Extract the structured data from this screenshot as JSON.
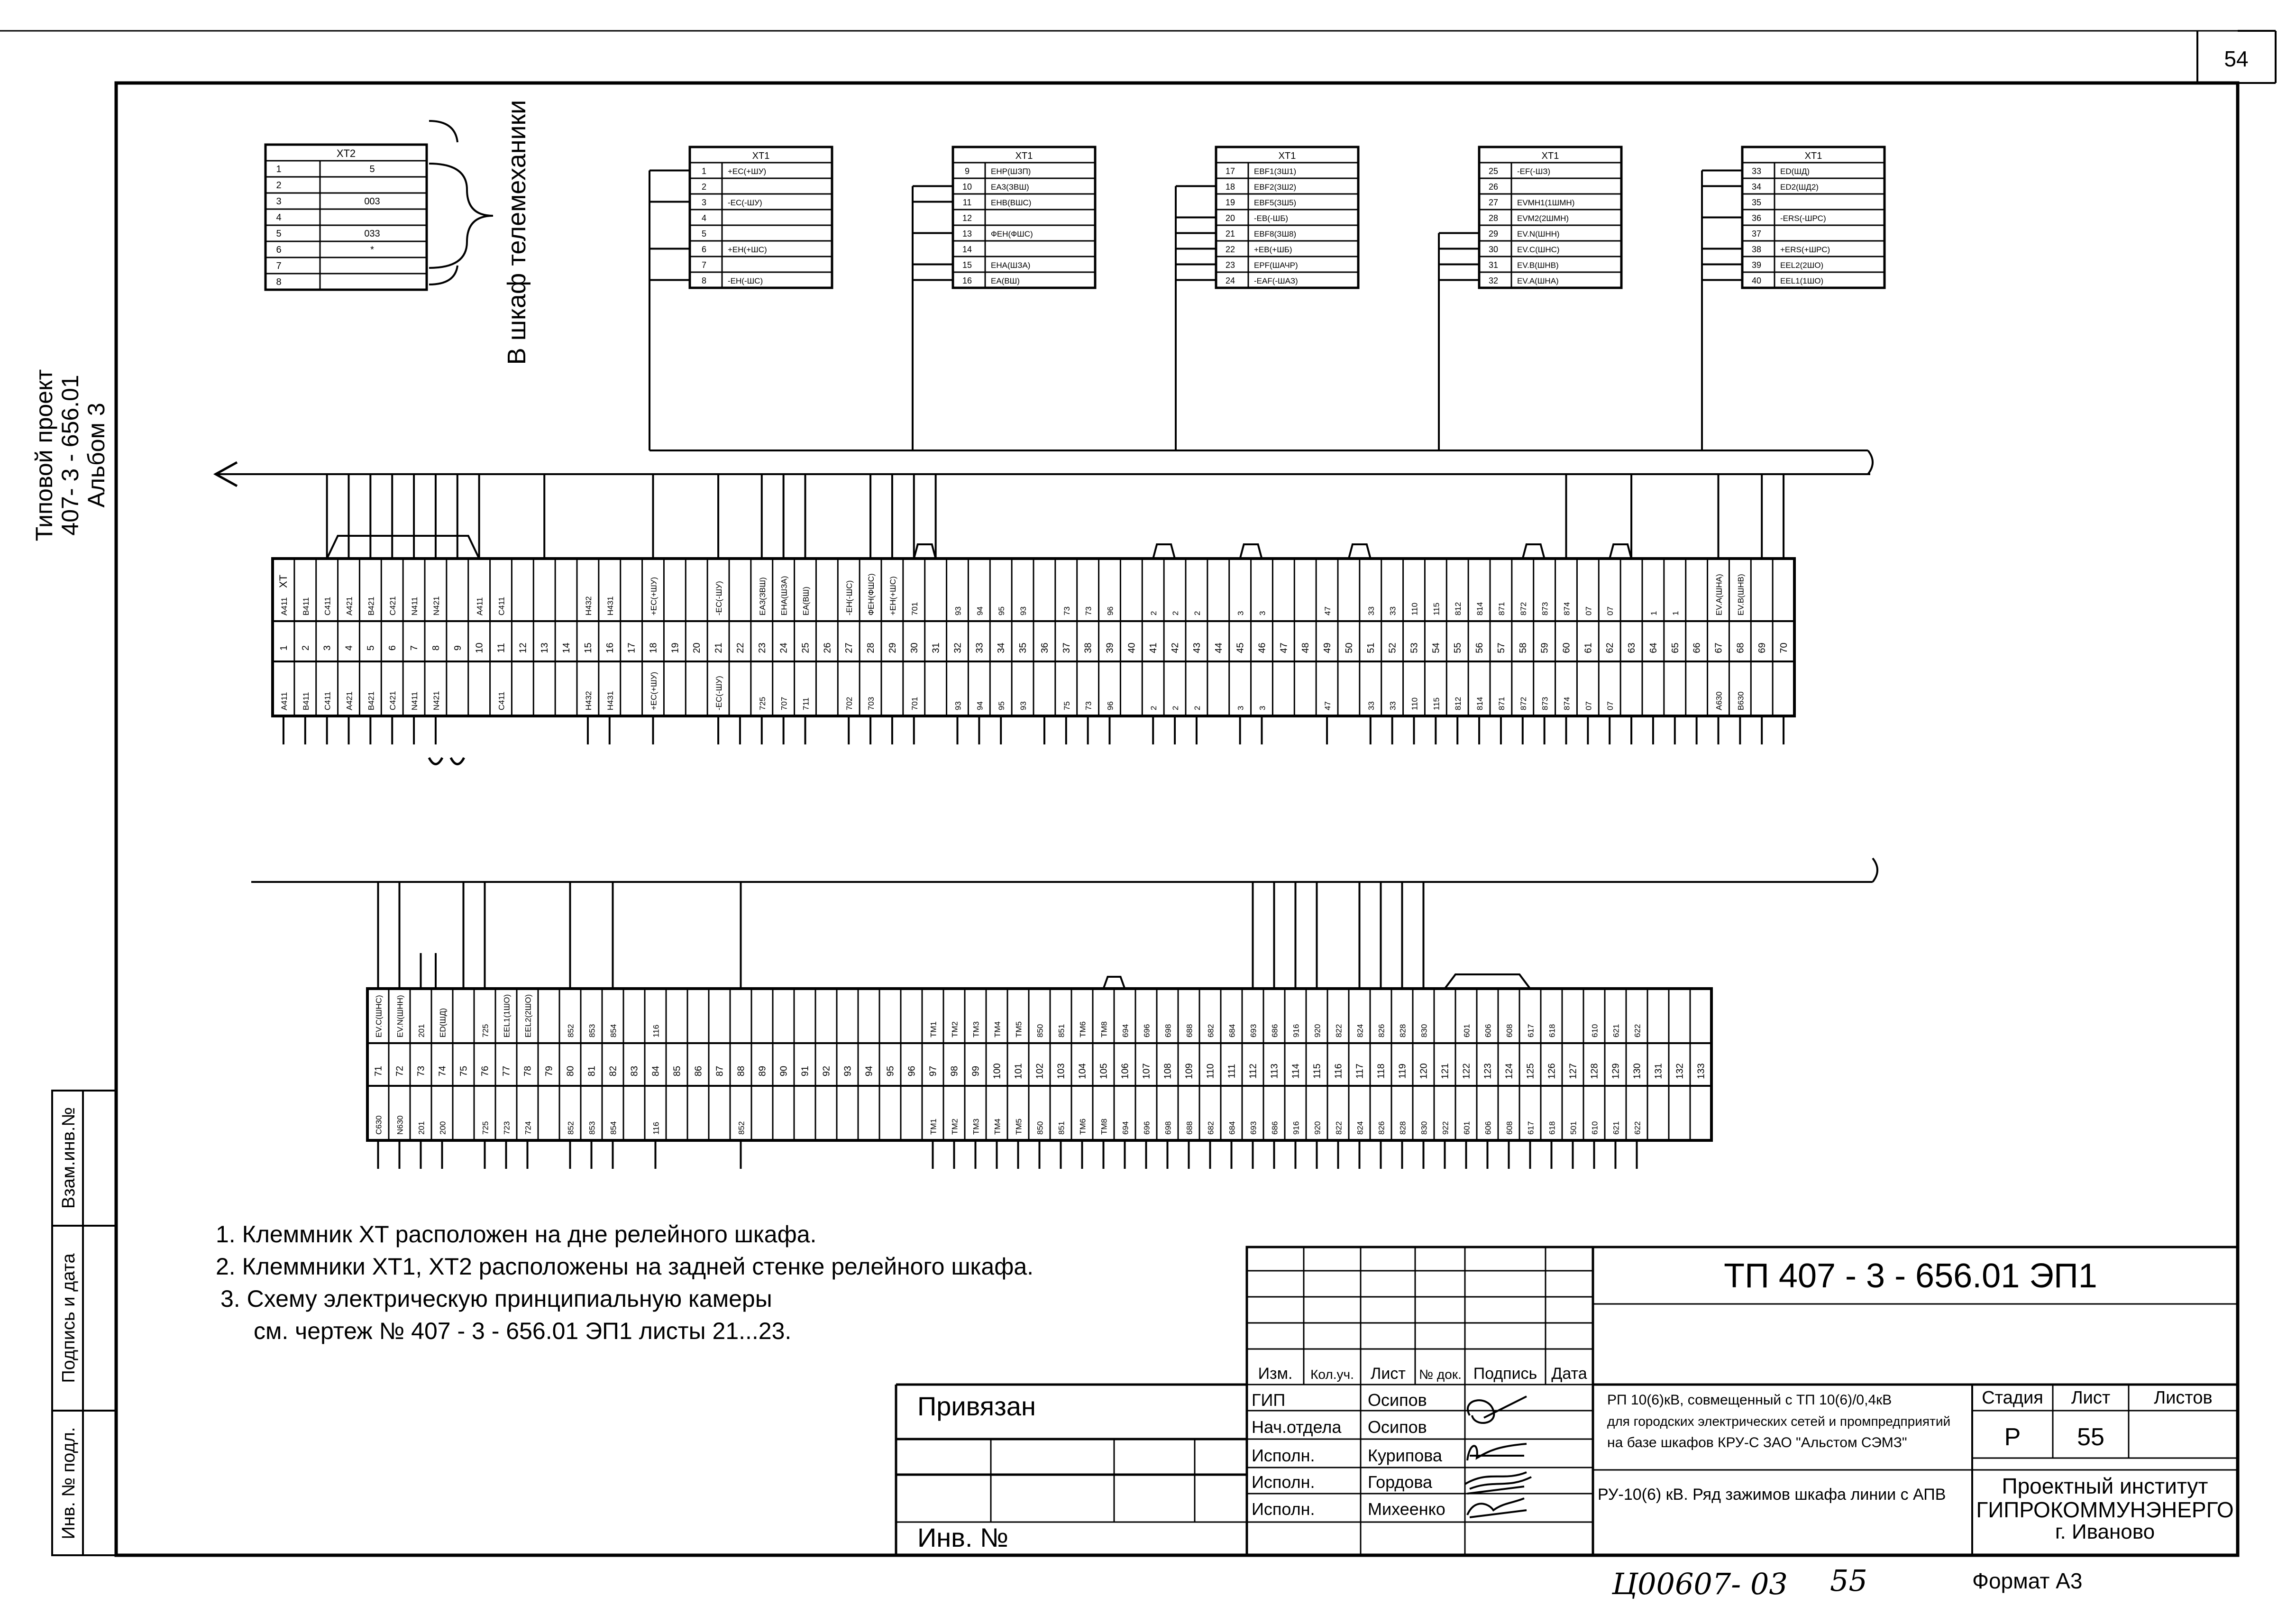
{
  "sheet_number": "54",
  "side_stamp": {
    "line1": "Типовой проект",
    "line2": "407- 3 - 656.01",
    "line3": "Альбом 3"
  },
  "left_stub": {
    "zam": "Взам.инв.№",
    "podpis": "Подпись и дата",
    "inv": "Инв. № подл."
  },
  "xt2": {
    "title": "XT2",
    "rows": [
      [
        "1",
        "5"
      ],
      [
        "2",
        ""
      ],
      [
        "3",
        "003"
      ],
      [
        "4",
        ""
      ],
      [
        "5",
        "033"
      ],
      [
        "6",
        "*"
      ],
      [
        "7",
        ""
      ],
      [
        "8",
        ""
      ]
    ],
    "telemech": "В шкаф телемеханики"
  },
  "xt1_tables": [
    {
      "title": "XT1",
      "rows": [
        [
          "1",
          "+EC(+ШУ)"
        ],
        [
          "2",
          ""
        ],
        [
          "3",
          "-EC(-ШУ)"
        ],
        [
          "4",
          ""
        ],
        [
          "5",
          ""
        ],
        [
          "6",
          "+EH(+ШС)"
        ],
        [
          "7",
          ""
        ],
        [
          "8",
          "-EH(-ШС)"
        ]
      ]
    },
    {
      "title": "XT1",
      "rows": [
        [
          "9",
          "EHP(ШЗП)"
        ],
        [
          "10",
          "EA3(ЗВШ)"
        ],
        [
          "11",
          "EHB(ВШС)"
        ],
        [
          "12",
          ""
        ],
        [
          "13",
          "ФEH(ФШС)"
        ],
        [
          "14",
          ""
        ],
        [
          "15",
          "EHA(ШЗА)"
        ],
        [
          "16",
          "EA(ВШ)"
        ]
      ]
    },
    {
      "title": "XT1",
      "rows": [
        [
          "17",
          "EBF1(ЗШ1)"
        ],
        [
          "18",
          "EBF2(ЗШ2)"
        ],
        [
          "19",
          "EBF5(ЗШ5)"
        ],
        [
          "20",
          "-EB(-ШБ)"
        ],
        [
          "21",
          "EBF8(ЗШ8)"
        ],
        [
          "22",
          "+EB(+ШБ)"
        ],
        [
          "23",
          "EPF(ШАЧР)"
        ],
        [
          "24",
          "-EAF(-ШАЗ)"
        ]
      ]
    },
    {
      "title": "XT1",
      "rows": [
        [
          "25",
          "-EF(-ШЗ)"
        ],
        [
          "26",
          ""
        ],
        [
          "27",
          "EVMH1(1ШМН)"
        ],
        [
          "28",
          "EVM2(2ШМН)"
        ],
        [
          "29",
          "EV.N(ШНН)"
        ],
        [
          "30",
          "EV.C(ШНС)"
        ],
        [
          "31",
          "EV.B(ШНВ)"
        ],
        [
          "32",
          "EV.A(ШНА)"
        ]
      ]
    },
    {
      "title": "XT1",
      "rows": [
        [
          "33",
          "ED(ШД)"
        ],
        [
          "34",
          "ED2(ШД2)"
        ],
        [
          "35",
          ""
        ],
        [
          "36",
          "-ERS(-ШРС)"
        ],
        [
          "37",
          ""
        ],
        [
          "38",
          "+ERS(+ШРС)"
        ],
        [
          "39",
          "EEL2(2ШО)"
        ],
        [
          "40",
          "EEL1(1ШО)"
        ]
      ]
    }
  ],
  "strip1": {
    "label": "XT",
    "top": [
      "A411",
      "B411",
      "C411",
      "A421",
      "B421",
      "C421",
      "N411",
      "N421",
      "",
      "A411",
      "C411",
      "",
      "",
      "",
      "H432",
      "H431",
      "",
      "+EC(+ШУ)",
      "",
      "",
      "-EC(-ШУ)",
      "",
      "EA3(ЗВШ)",
      "EHA(ШЗА)",
      "EA(ВШ)",
      "",
      "-EH(-ШС)",
      "ФEH(ФШС)",
      "+EH(+ШС)",
      "701",
      "",
      "93",
      "94",
      "95",
      "93",
      "",
      "73",
      "73",
      "96",
      "",
      "2",
      "2",
      "2",
      "",
      "3",
      "3",
      "",
      "",
      "47",
      "",
      "33",
      "33",
      "110",
      "115",
      "812",
      "814",
      "871",
      "872",
      "873",
      "874",
      "07",
      "07",
      "",
      "1",
      "1",
      "",
      "EV.A(ШНА)",
      "EV.B(ШНВ)"
    ],
    "numbers": [
      "1",
      "2",
      "3",
      "4",
      "5",
      "6",
      "7",
      "8",
      "9",
      "10",
      "11",
      "12",
      "13",
      "14",
      "15",
      "16",
      "17",
      "18",
      "19",
      "20",
      "21",
      "22",
      "23",
      "24",
      "25",
      "26",
      "27",
      "28",
      "29",
      "30",
      "31",
      "32",
      "33",
      "34",
      "35",
      "36",
      "37",
      "38",
      "39",
      "40",
      "41",
      "42",
      "43",
      "44",
      "45",
      "46",
      "47",
      "48",
      "49",
      "50",
      "51",
      "52",
      "53",
      "54",
      "55",
      "56",
      "57",
      "58",
      "59",
      "60",
      "61",
      "62",
      "63",
      "64",
      "65",
      "66",
      "67",
      "68",
      "69",
      "70"
    ],
    "bottom": [
      "A411",
      "B411",
      "C411",
      "A421",
      "B421",
      "C421",
      "N411",
      "N421",
      "",
      "",
      "C411",
      "",
      "",
      "",
      "H432",
      "H431",
      "",
      "+EC(+ШУ)",
      "",
      "",
      "-EC(-ШУ)",
      "",
      "725",
      "707",
      "711",
      "",
      "702",
      "703",
      "",
      "701",
      "",
      "93",
      "94",
      "95",
      "93",
      "",
      "75",
      "73",
      "96",
      "",
      "2",
      "2",
      "2",
      "",
      "3",
      "3",
      "",
      "",
      "47",
      "",
      "33",
      "33",
      "110",
      "115",
      "812",
      "814",
      "871",
      "872",
      "873",
      "874",
      "07",
      "07",
      "",
      "",
      "",
      "",
      "A630",
      "B630"
    ]
  },
  "strip2": {
    "top": [
      "EV.C(ШНС)",
      "EV.N(ШНН)",
      "201",
      "ED(ШД)",
      "",
      "725",
      "EEL1(1ШО)",
      "EEL2(2ШО)",
      "",
      "852",
      "853",
      "854",
      "",
      "116",
      "",
      "",
      "",
      "",
      "",
      "",
      "",
      "",
      "",
      "",
      "",
      "",
      "TM1",
      "TM2",
      "TM3",
      "TM4",
      "TM5",
      "850",
      "851",
      "TM6",
      "TM8",
      "694",
      "696",
      "698",
      "688",
      "682",
      "684",
      "693",
      "686",
      "916",
      "920",
      "822",
      "824",
      "826",
      "828",
      "830",
      "",
      "601",
      "606",
      "608",
      "617",
      "618",
      "",
      "610",
      "621",
      "622",
      ""
    ],
    "numbers": [
      "71",
      "72",
      "73",
      "74",
      "75",
      "76",
      "77",
      "78",
      "79",
      "80",
      "81",
      "82",
      "83",
      "84",
      "85",
      "86",
      "87",
      "88",
      "89",
      "90",
      "91",
      "92",
      "93",
      "94",
      "95",
      "96",
      "97",
      "98",
      "99",
      "100",
      "101",
      "102",
      "103",
      "104",
      "105",
      "106",
      "107",
      "108",
      "109",
      "110",
      "111",
      "112",
      "113",
      "114",
      "115",
      "116",
      "117",
      "118",
      "119",
      "120",
      "121",
      "122",
      "123",
      "124",
      "125",
      "126",
      "127",
      "128",
      "129",
      "130",
      "131",
      "132",
      "133"
    ],
    "bottom": [
      "C630",
      "N630",
      "201",
      "200",
      "",
      "725",
      "723",
      "724",
      "",
      "852",
      "853",
      "854",
      "",
      "116",
      "",
      "",
      "",
      "852",
      "",
      "",
      "",
      "",
      "",
      "",
      "",
      "",
      "TM1",
      "TM2",
      "TM3",
      "TM4",
      "TM5",
      "850",
      "851",
      "TM6",
      "TM8",
      "694",
      "696",
      "698",
      "688",
      "682",
      "684",
      "693",
      "686",
      "916",
      "920",
      "822",
      "824",
      "826",
      "828",
      "830",
      "922",
      "601",
      "606",
      "608",
      "617",
      "618",
      "501",
      "610",
      "621",
      "622",
      ""
    ]
  },
  "notes": [
    "1. Клеммник XT расположен на дне релейного шкафа.",
    "2. Клеммники XT1, XT2 расположены на задней стенке релейного шкафа.",
    "3. Схему электрическую принципиальную камеры",
    "см. чертеж № 407 - 3 - 656.01 ЭП1 листы 21...23."
  ],
  "title_block": {
    "code": "ТП  407 - 3 - 656.01      ЭП1",
    "headers": [
      "Изм.",
      "Кол.уч.",
      "Лист",
      "№ док.",
      "Подпись",
      "Дата"
    ],
    "roles": [
      [
        "ГИП",
        "Осипов"
      ],
      [
        "Нач.отдела",
        "Осипов"
      ],
      [
        "Исполн.",
        "Курипова"
      ],
      [
        "Исполн.",
        "Гордова"
      ],
      [
        "Исполн.",
        "Михеенко"
      ]
    ],
    "project_line1": "РП 10(6)кВ, совмещенный с ТП 10(6)/0,4кВ",
    "project_line2": "для городских электрических сетей и промпредприятий",
    "project_line3": "на базе шкафов КРУ-С ЗАО \"Альстом СЭМЗ\"",
    "sheet_title": "РУ-10(6) кВ. Ряд зажимов шкафа линии с АПВ",
    "stage_label": "Стадия",
    "list_label": "Лист",
    "lists_label": "Листов",
    "stage": "Р",
    "list": "55",
    "lists": "",
    "org_line1": "Проектный институт",
    "org_line2": "ГИПРОКОММУНЭНЕРГО",
    "org_line3": "г. Иваново",
    "privyazan": "Привязан",
    "inv_no": "Инв. №",
    "format": "Формат А3",
    "hand_number": "Ц00607- 03",
    "hand_sheet": "55"
  },
  "colors": {
    "ink": "#000000",
    "paper": "#ffffff"
  }
}
